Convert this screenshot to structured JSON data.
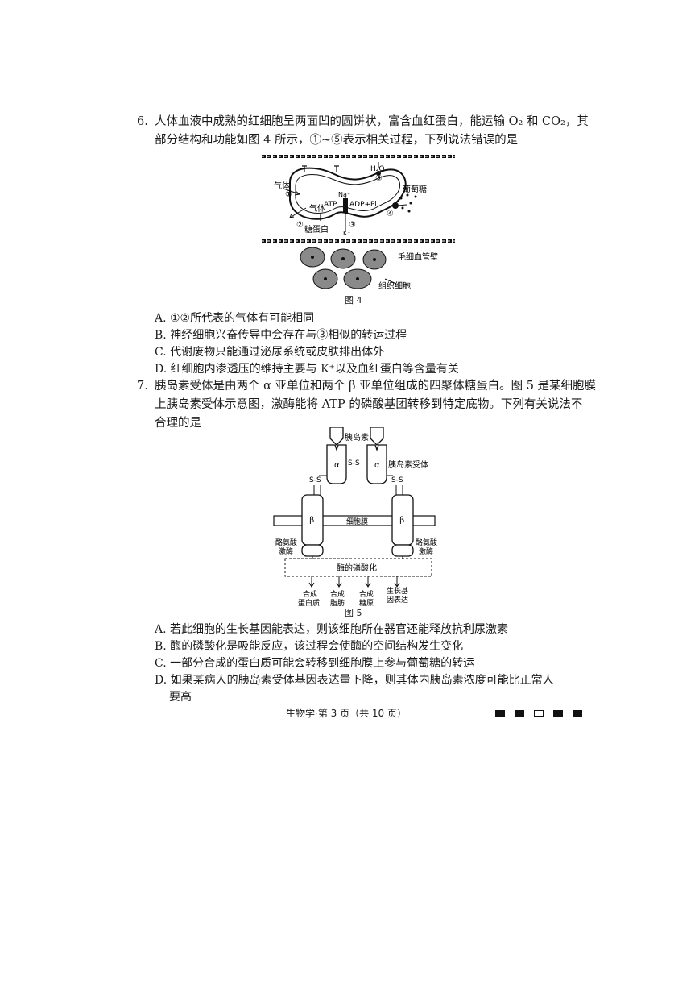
{
  "q6": {
    "num": "6.",
    "line1": "人体血液中成熟的红细胞呈两面凹的圆饼状，富含血红蛋白，能运输 O₂ 和 CO₂，其",
    "line2": "部分结构和功能如图 4 所示，①~⑤表示相关过程，下列说法错误的是",
    "figure": {
      "caption": "图 4",
      "labels": {
        "gas1": "气体",
        "gas2": "气体",
        "c1": "①",
        "c2": "②",
        "c3": "③",
        "c4": "④",
        "c5": "⑤",
        "h2o": "H₂O",
        "na": "Na⁺",
        "k": "K⁺",
        "atp": "ATP",
        "adp": "ADP+Pi",
        "glucose": "葡萄糖",
        "glycoprotein": "糖蛋白",
        "capillary": "毛细血管壁",
        "tissue": "组织细胞"
      }
    },
    "options": [
      "A. ①②所代表的气体有可能相同",
      "B. 神经细胞兴奋传导中会存在与③相似的转运过程",
      "C. 代谢废物只能通过泌尿系统或皮肤排出体外",
      "D. 红细胞内渗透压的维持主要与 K⁺以及血红蛋白等含量有关"
    ]
  },
  "q7": {
    "num": "7.",
    "line1": "胰岛素受体是由两个 α 亚单位和两个 β 亚单位组成的四聚体糖蛋白。图 5 是某细胞膜",
    "line2": "上胰岛素受体示意图，激酶能将 ATP 的磷酸基团转移到特定底物。下列有关说法不",
    "line3": "合理的是",
    "figure": {
      "caption": "图 5",
      "labels": {
        "insulin": "胰岛素",
        "receptor": "胰岛素受体",
        "alpha": "α",
        "beta": "β",
        "ss": "S-S",
        "membrane": "细胞膜",
        "kinase_l1": "酪氨酸",
        "kinase_l2": "激酶",
        "phos": "酶的磷酸化",
        "out1a": "合成",
        "out1b": "蛋白质",
        "out2a": "合成",
        "out2b": "脂肪",
        "out3a": "合成",
        "out3b": "糖原",
        "out4a": "生长基",
        "out4b": "因表达"
      }
    },
    "options": [
      "A. 若此细胞的生长基因能表达，则该细胞所在器官还能释放抗利尿激素",
      "B. 酶的磷酸化是吸能反应，该过程会使酶的空间结构发生变化",
      "C. 一部分合成的蛋白质可能会转移到细胞膜上参与葡萄糖的转运",
      "D. 如果某病人的胰岛素受体基因表达量下降，则其体内胰岛素浓度可能比正常人"
    ],
    "option_d_cont": "要高"
  },
  "footer": "生物学·第 3 页（共 10 页）"
}
